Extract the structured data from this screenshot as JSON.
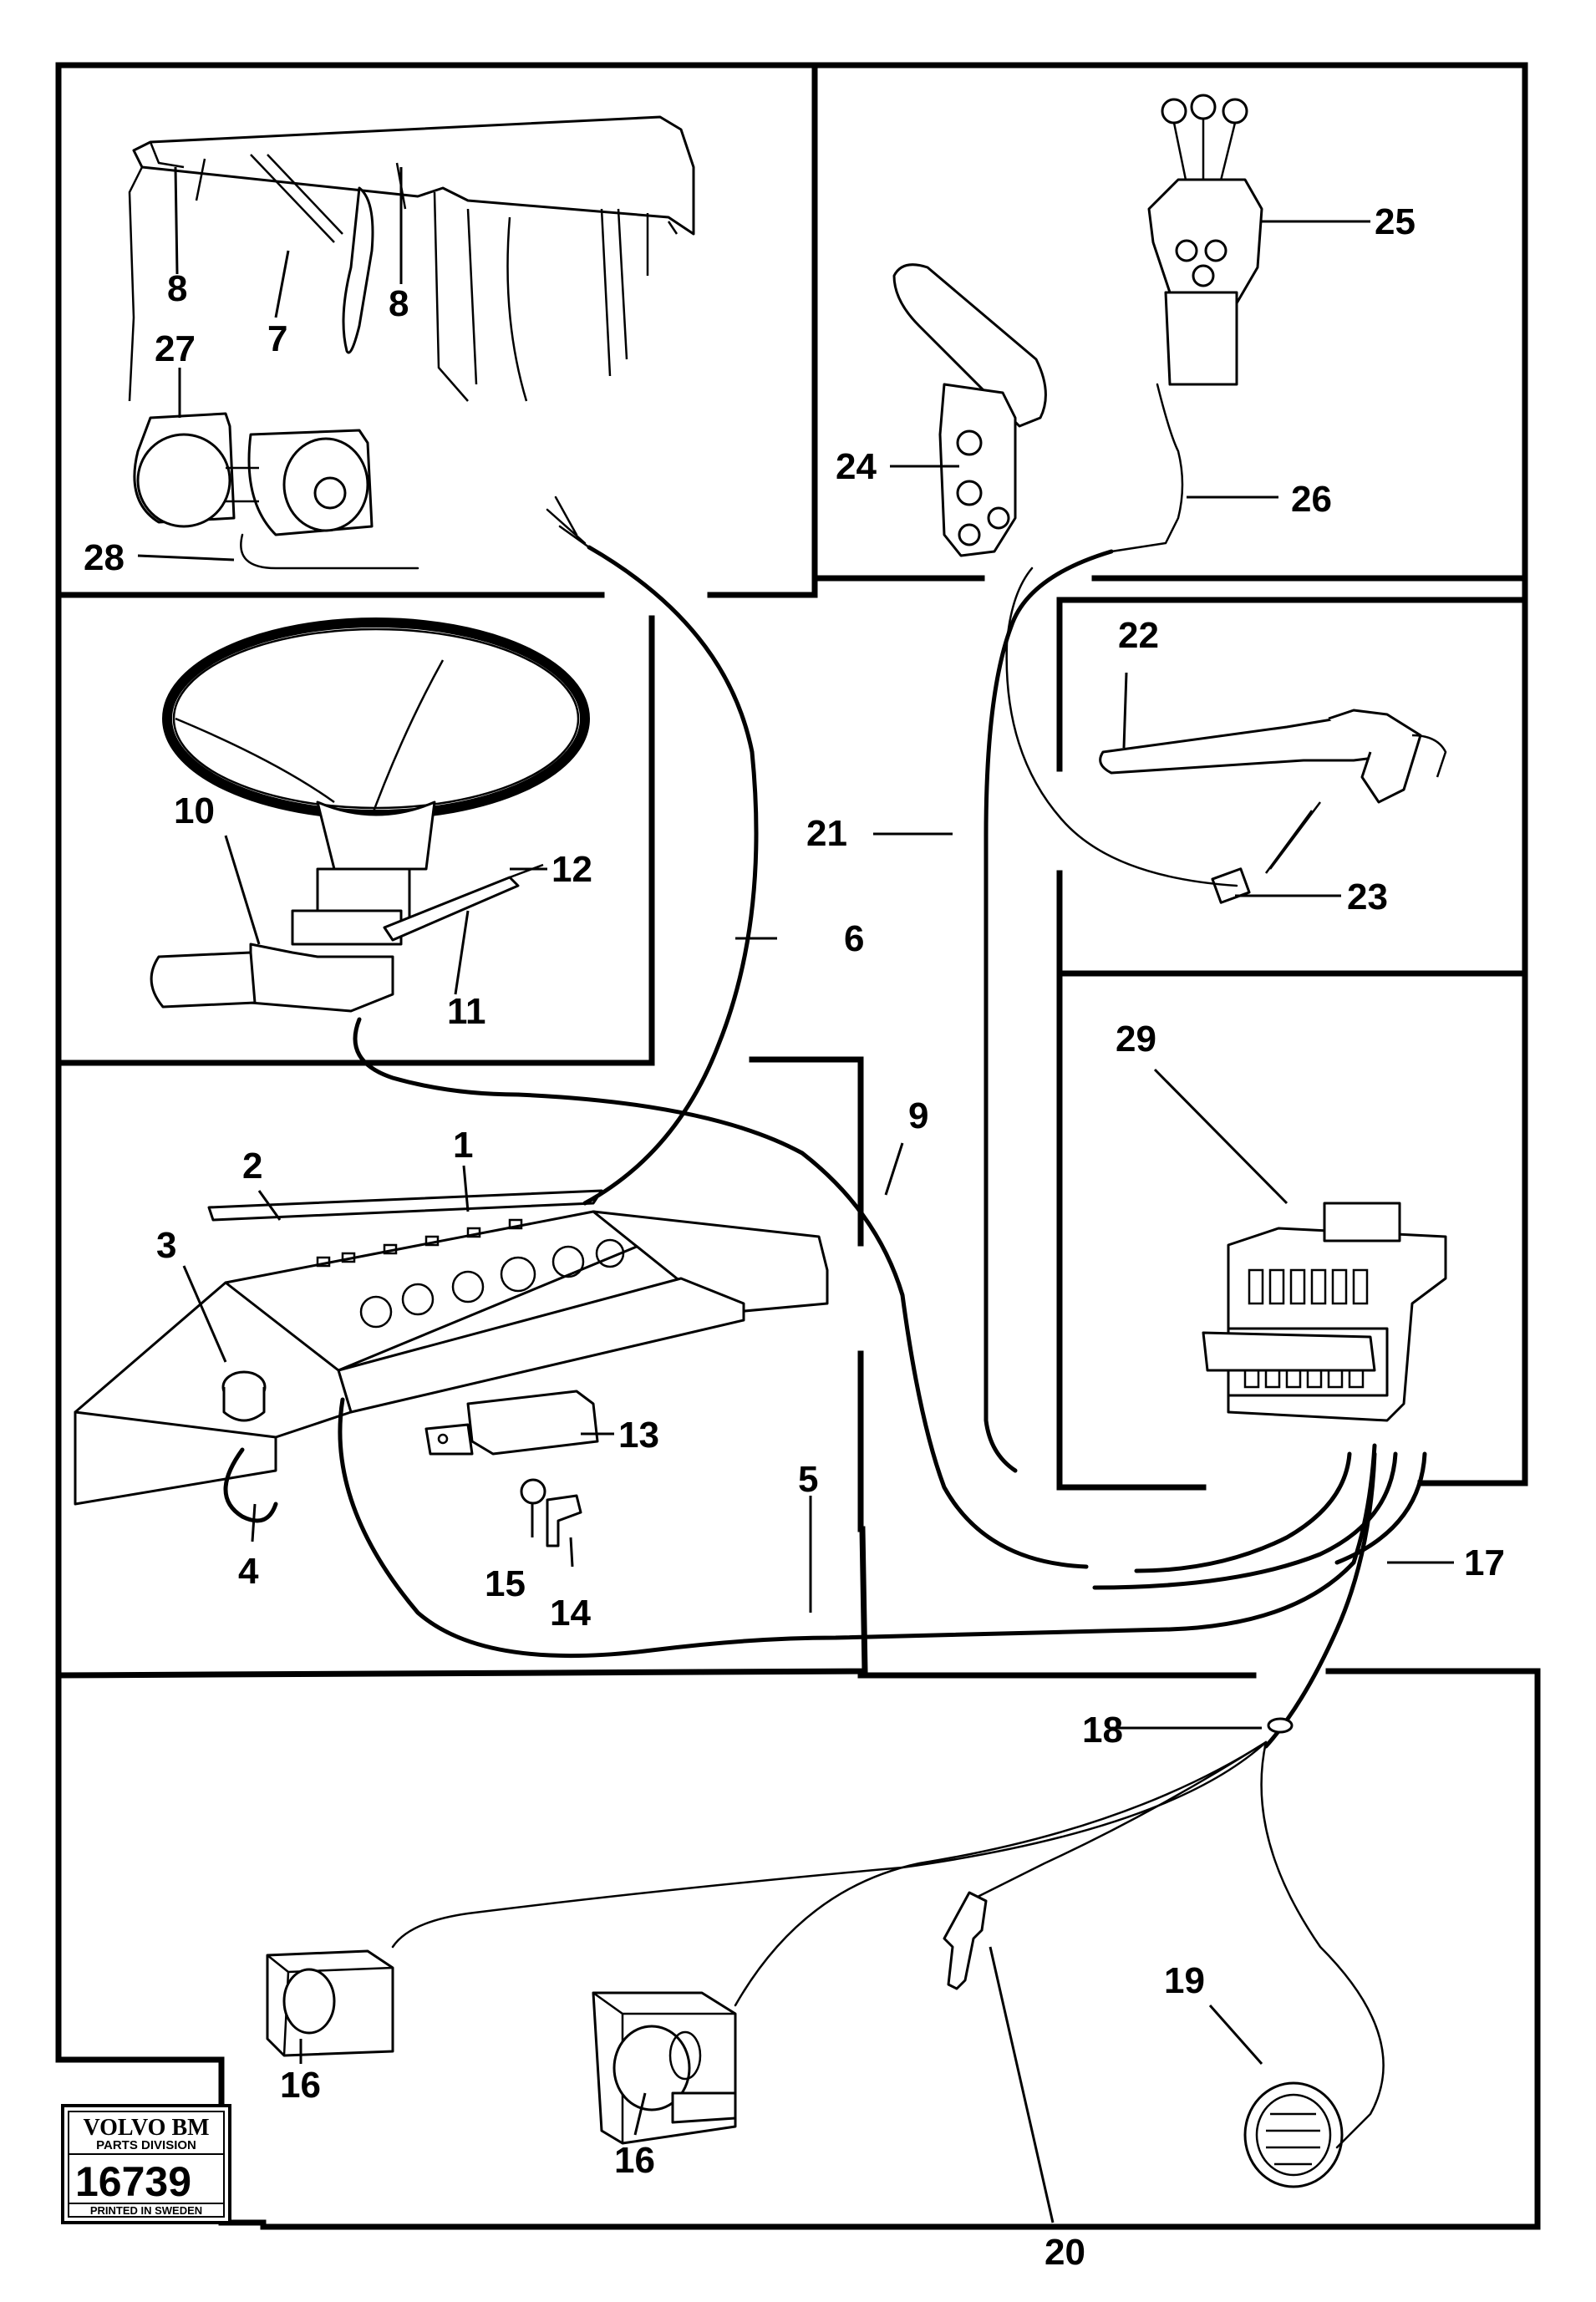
{
  "callouts": [
    {
      "id": "1",
      "label": "1"
    },
    {
      "id": "2",
      "label": "2"
    },
    {
      "id": "3",
      "label": "3"
    },
    {
      "id": "4",
      "label": "4"
    },
    {
      "id": "5",
      "label": "5"
    },
    {
      "id": "6",
      "label": "6"
    },
    {
      "id": "7",
      "label": "7"
    },
    {
      "id": "8a",
      "label": "8"
    },
    {
      "id": "8b",
      "label": "8"
    },
    {
      "id": "9",
      "label": "9"
    },
    {
      "id": "10",
      "label": "10"
    },
    {
      "id": "11",
      "label": "11"
    },
    {
      "id": "12",
      "label": "12"
    },
    {
      "id": "13",
      "label": "13"
    },
    {
      "id": "14",
      "label": "14"
    },
    {
      "id": "15",
      "label": "15"
    },
    {
      "id": "16a",
      "label": "16"
    },
    {
      "id": "16b",
      "label": "16"
    },
    {
      "id": "17",
      "label": "17"
    },
    {
      "id": "18",
      "label": "18"
    },
    {
      "id": "19",
      "label": "19"
    },
    {
      "id": "20",
      "label": "20"
    },
    {
      "id": "21",
      "label": "21"
    },
    {
      "id": "22",
      "label": "22"
    },
    {
      "id": "23",
      "label": "23"
    },
    {
      "id": "24",
      "label": "24"
    },
    {
      "id": "25",
      "label": "25"
    },
    {
      "id": "26",
      "label": "26"
    },
    {
      "id": "27",
      "label": "27"
    },
    {
      "id": "28",
      "label": "28"
    },
    {
      "id": "29",
      "label": "29"
    }
  ],
  "logo": {
    "brand": "VOLVO BM",
    "division": "PARTS DIVISION",
    "number": "16739",
    "printed": "PRINTED IN SWEDEN"
  }
}
